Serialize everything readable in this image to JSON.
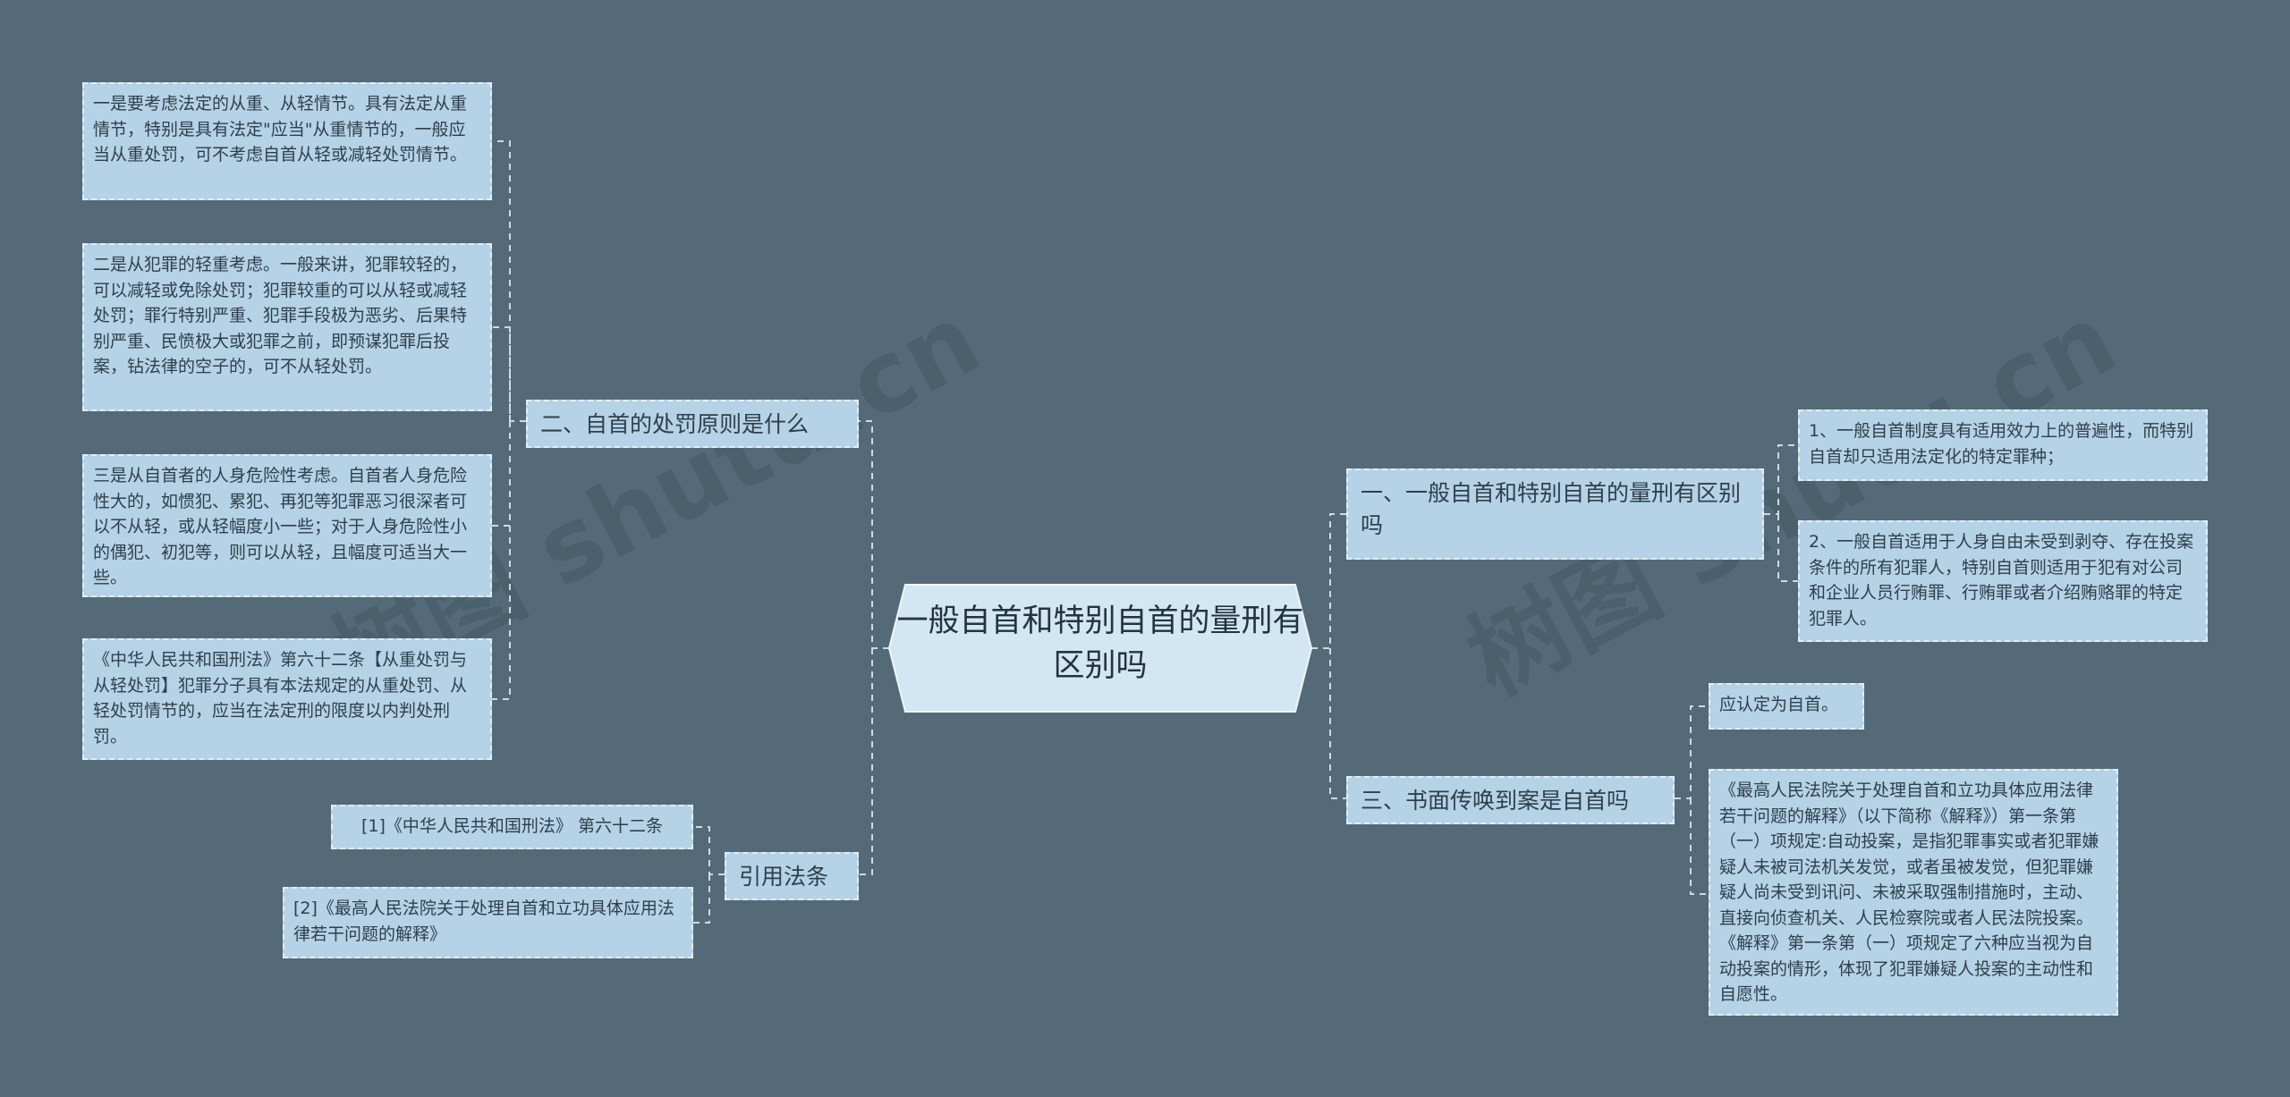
{
  "watermark": "树图 shutu.cn",
  "center": {
    "label": "一般自首和特别自首的量刑有区别吗"
  },
  "branches": {
    "b1": "一、一般自首和特别自首的量刑有区别吗",
    "b2": "二、自首的处罚原则是什么",
    "b3": "三、书面传唤到案是自首吗",
    "b4": "引用法条"
  },
  "leaves": {
    "b1_1": "1、一般自首制度具有适用效力上的普遍性，而特别自首却只适用法定化的特定罪种；",
    "b1_2": "2、一般自首适用于人身自由未受到剥夺、存在投案条件的所有犯罪人，特别自首则适用于犯有对公司和企业人员行贿罪、行贿罪或者介绍贿赂罪的特定犯罪人。",
    "b2_1": "一是要考虑法定的从重、从轻情节。具有法定从重情节，特别是具有法定\"应当\"从重情节的，一般应当从重处罚，可不考虑自首从轻或减轻处罚情节。",
    "b2_2": "二是从犯罪的轻重考虑。一般来讲，犯罪较轻的，可以减轻或免除处罚；犯罪较重的可以从轻或减轻处罚；罪行特别严重、犯罪手段极为恶劣、后果特别严重、民愤极大或犯罪之前，即预谋犯罪后投案，钻法律的空子的，可不从轻处罚。",
    "b2_3": "三是从自首者的人身危险性考虑。自首者人身危险性大的，如惯犯、累犯、再犯等犯罪恶习很深者可以不从轻，或从轻幅度小一些；对于人身危险性小的偶犯、初犯等，则可以从轻，且幅度可适当大一些。",
    "b2_4": "《中华人民共和国刑法》第六十二条【从重处罚与从轻处罚】犯罪分子具有本法规定的从重处罚、从轻处罚情节的，应当在法定刑的限度以内判处刑罚。",
    "b3_1": "应认定为自首。",
    "b3_2": "《最高人民法院关于处理自首和立功具体应用法律若干问题的解释》（以下简称《解释》）第一条第（一）项规定:自动投案，是指犯罪事实或者犯罪嫌疑人未被司法机关发觉，或者虽被发觉，但犯罪嫌疑人尚未受到讯问、未被采取强制措施时，主动、直接向侦查机关、人民检察院或者人民法院投案。《解释》第一条第（一）项规定了六种应当视为自动投案的情形，体现了犯罪嫌疑人投案的主动性和自愿性。",
    "b4_1": "[1]《中华人民共和国刑法》 第六十二条",
    "b4_2": "[2]《最高人民法院关于处理自首和立功具体应用法律若干问题的解释》"
  }
}
